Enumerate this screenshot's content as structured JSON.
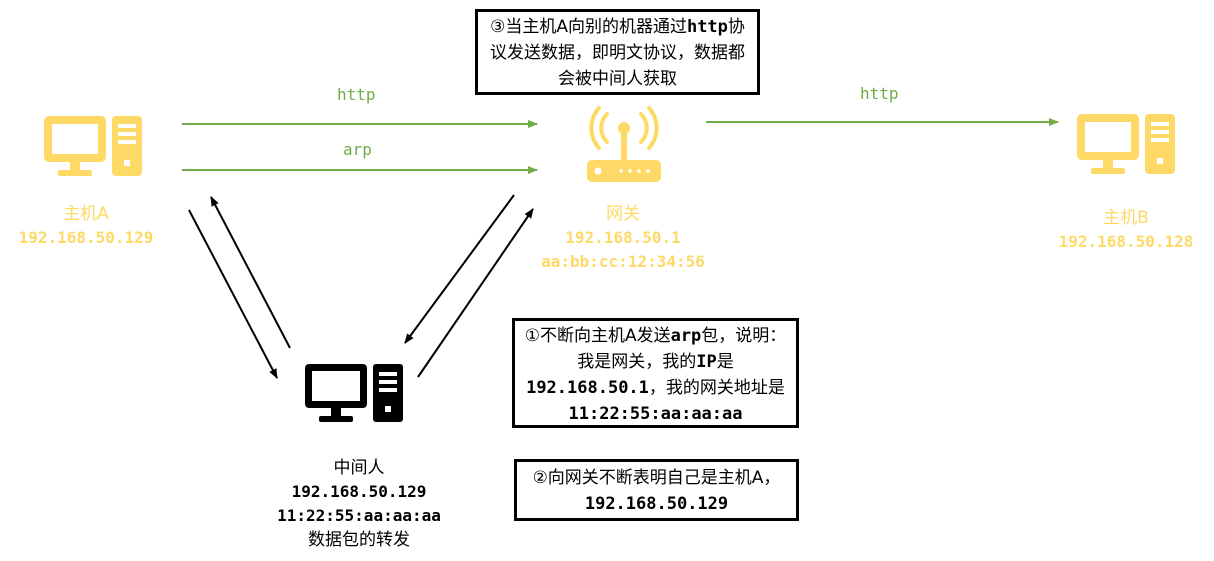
{
  "colors": {
    "host": "#FFD966",
    "arrow_green": "#70AD47",
    "line_black": "#000000",
    "text_black": "#000000"
  },
  "nodes": {
    "host_a": {
      "name": "主机A",
      "ip": "192.168.50.129",
      "icon": "computer-icon"
    },
    "gateway": {
      "name": "网关",
      "ip": "192.168.50.1",
      "mac": "aa:bb:cc:12:34:56",
      "icon": "router-icon"
    },
    "host_b": {
      "name": "主机B",
      "ip": "192.168.50.128",
      "icon": "computer-icon"
    },
    "mitm": {
      "name": "中间人",
      "ip": "192.168.50.129",
      "mac": "11:22:55:aa:aa:aa",
      "note": "数据包的转发",
      "icon": "computer-icon"
    }
  },
  "edges": {
    "http_a_gw": "http",
    "arp_a_gw": "arp",
    "http_gw_b": "http"
  },
  "notes": {
    "step1": {
      "p1": "①不断向主机A发送",
      "m1": "arp",
      "p2": "包，说明：我是网关，我的",
      "m2": "IP",
      "p3": "是",
      "m3": "192.168.50.1",
      "p4": "，我的网关地址是",
      "m4": "11:22:55:aa:aa:aa"
    },
    "step2": {
      "p1": "②向网关不断表明自己是主机A，",
      "m1": "192.168.50.129"
    },
    "step3": {
      "p1": "③当主机A向别的机器通过",
      "m1": "http",
      "p2": "协议发送数据，即明文协议，数据都会被中间人获取"
    }
  }
}
